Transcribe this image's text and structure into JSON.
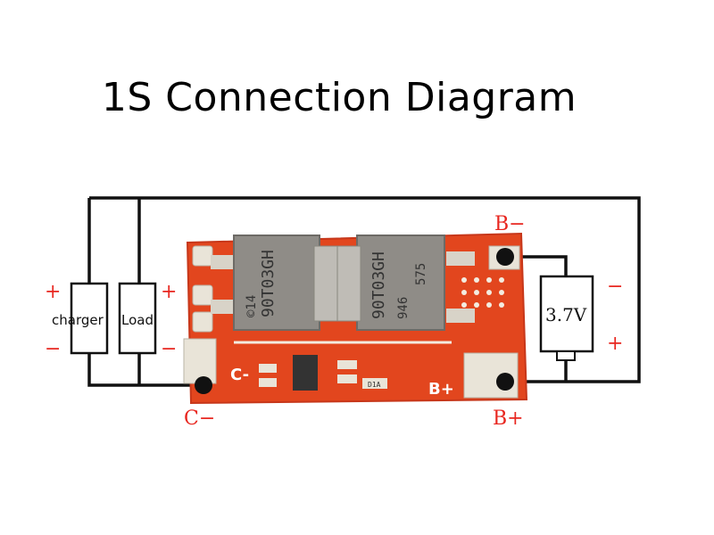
{
  "title": "1S Connection Diagram",
  "labels": {
    "charger": "charger",
    "load": "Load",
    "battery_voltage": "3.7V",
    "b_minus_top": "B−",
    "b_plus_bottom": "B+",
    "c_minus_bottom": "C−",
    "pcb_c_minus": "C-",
    "pcb_b_plus": "B+",
    "plus": "+",
    "minus": "−",
    "chip_left": "90T03GH",
    "chip_left_b": "©14",
    "chip_right": "90T03GH",
    "chip_right_b": "946",
    "chip_right_c": "575",
    "small_part": "D1A"
  },
  "colors": {
    "wire": "#111111",
    "pcb": "#e2461e",
    "pcb_edge": "#c7371a",
    "pad": "#e9e4d8",
    "mosfet": "#8f8c87",
    "accent_red": "#e8261f"
  }
}
